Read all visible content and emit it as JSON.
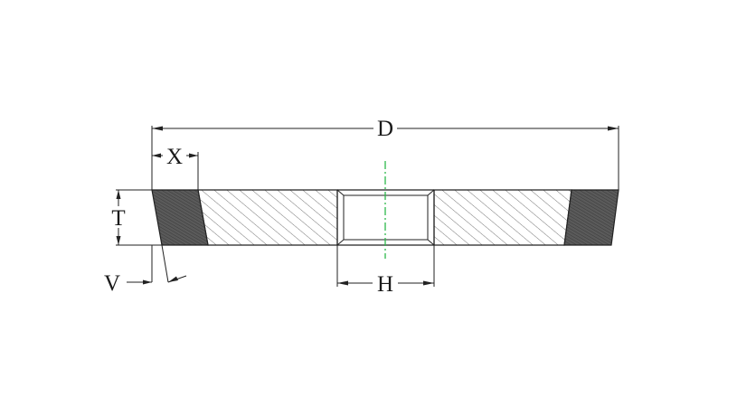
{
  "diagram": {
    "labels": {
      "D": "D",
      "X": "X",
      "T": "T",
      "V": "V",
      "H": "H"
    },
    "colors": {
      "line": "#222222",
      "abrasive_fill": "#555555",
      "hatch": "#666666",
      "centerline": "#2db84a",
      "background": "#ffffff"
    }
  }
}
